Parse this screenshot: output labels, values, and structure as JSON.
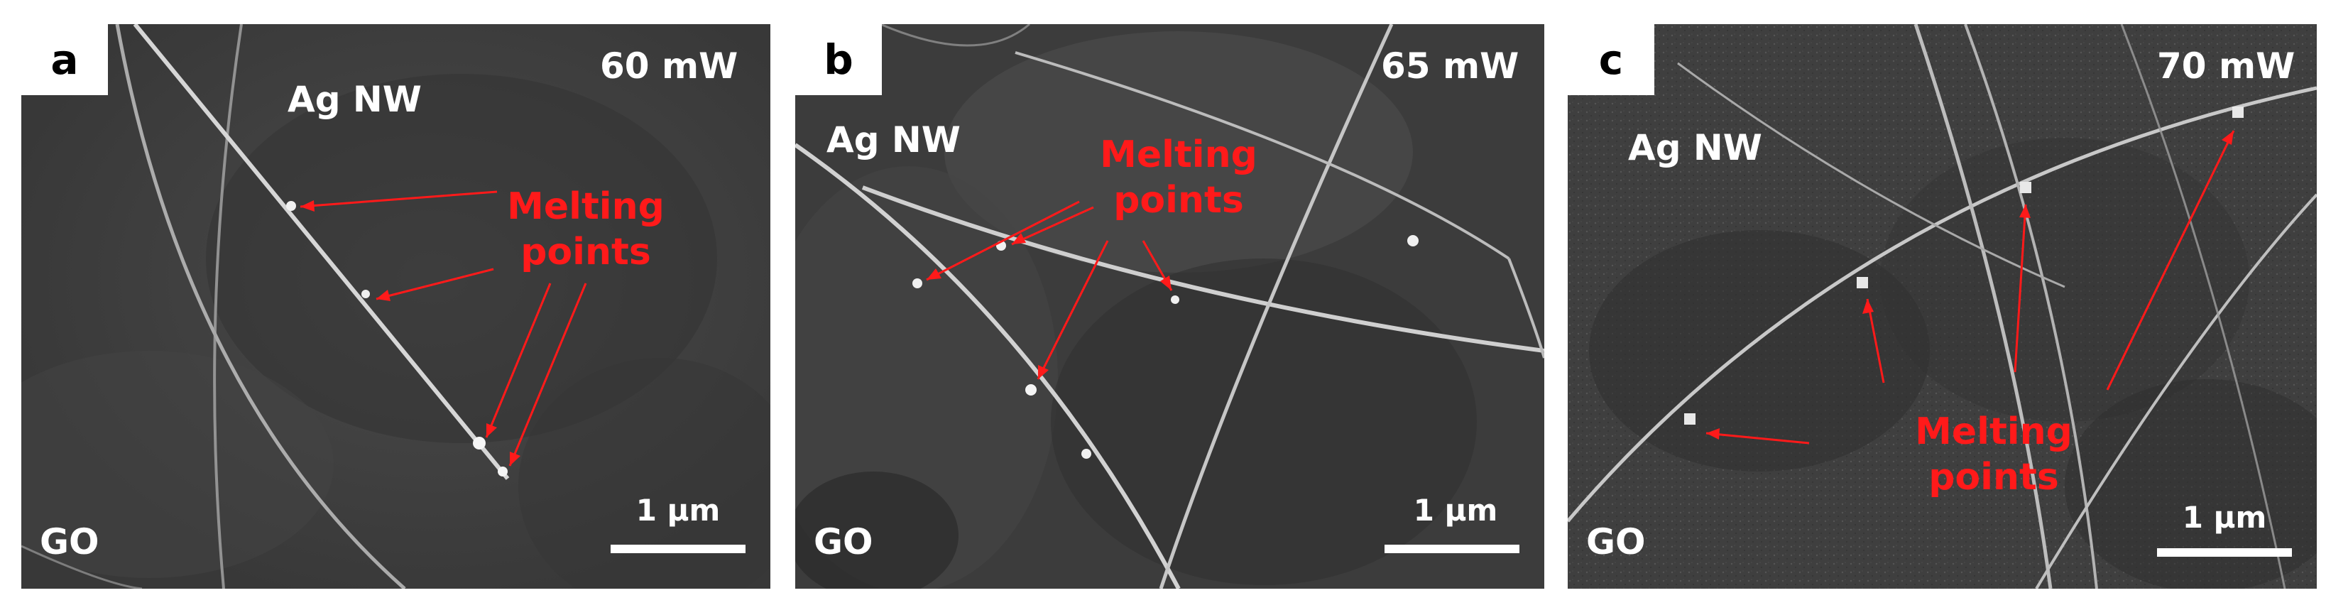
{
  "panels": [
    {
      "letter": "a",
      "power": "60 mW",
      "material": "Ag NW",
      "substrate": "GO",
      "annotation_line1": "Melting",
      "annotation_line2": "points",
      "scale_label": "1 µm"
    },
    {
      "letter": "b",
      "power": "65 mW",
      "material": "Ag NW",
      "substrate": "GO",
      "annotation_line1": "Melting",
      "annotation_line2": "points",
      "scale_label": "1 µm"
    },
    {
      "letter": "c",
      "power": "70 mW",
      "material": "Ag NW",
      "substrate": "GO",
      "annotation": "Melting points",
      "scale_label": "1 µm"
    }
  ],
  "colors": {
    "annotation": "#ff1a1a",
    "label": "#ffffff",
    "background": "#3e3e3e"
  }
}
